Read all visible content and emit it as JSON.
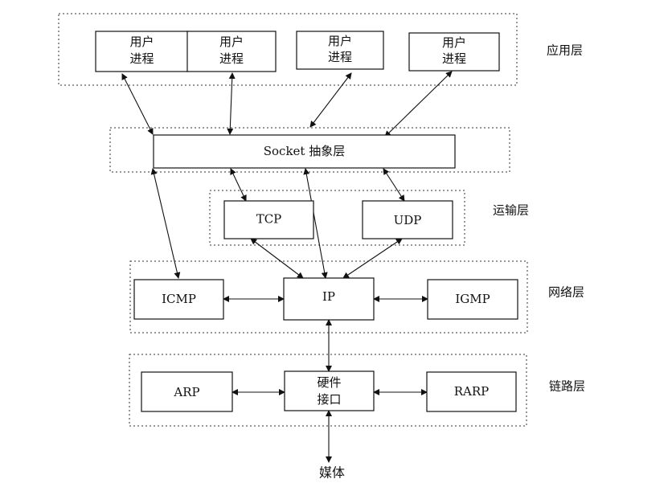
{
  "layers": {
    "application": "应用层",
    "transport": "运输层",
    "network": "网络层",
    "link": "链路层"
  },
  "nodes": {
    "user_process_1": {
      "line1": "用户",
      "line2": "进程"
    },
    "user_process_2": {
      "line1": "用户",
      "line2": "进程"
    },
    "user_process_3": {
      "line1": "用户",
      "line2": "进程"
    },
    "user_process_4": {
      "line1": "用户",
      "line2": "进程"
    },
    "socket": "Socket 抽象层",
    "tcp": "TCP",
    "udp": "UDP",
    "icmp": "ICMP",
    "ip": "IP",
    "igmp": "IGMP",
    "arp": "ARP",
    "hardware_interface": {
      "line1": "硬件",
      "line2": "接口"
    },
    "rarp": "RARP",
    "medium": "媒体"
  },
  "colors": {
    "line": "#111111",
    "frame": "#333333",
    "background": "#ffffff"
  }
}
